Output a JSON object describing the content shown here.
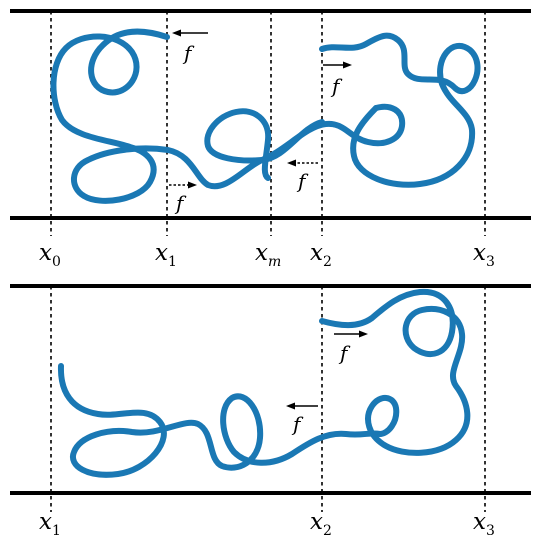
{
  "top_panel": {
    "axis_labels": [
      {
        "base": "x",
        "sub": "0"
      },
      {
        "base": "x",
        "sub": "1"
      },
      {
        "base": "x",
        "sub": "m"
      },
      {
        "base": "x",
        "sub": "2"
      },
      {
        "base": "x",
        "sub": "3"
      }
    ],
    "force_labels": [
      "f",
      "f",
      "f",
      "f"
    ]
  },
  "bottom_panel": {
    "axis_labels": [
      {
        "base": "x",
        "sub": "1"
      },
      {
        "base": "x",
        "sub": "2"
      },
      {
        "base": "x",
        "sub": "3"
      }
    ],
    "force_labels": [
      "f",
      "f"
    ]
  },
  "colors": {
    "chain": "#1a78b4",
    "lines": "#000000"
  }
}
